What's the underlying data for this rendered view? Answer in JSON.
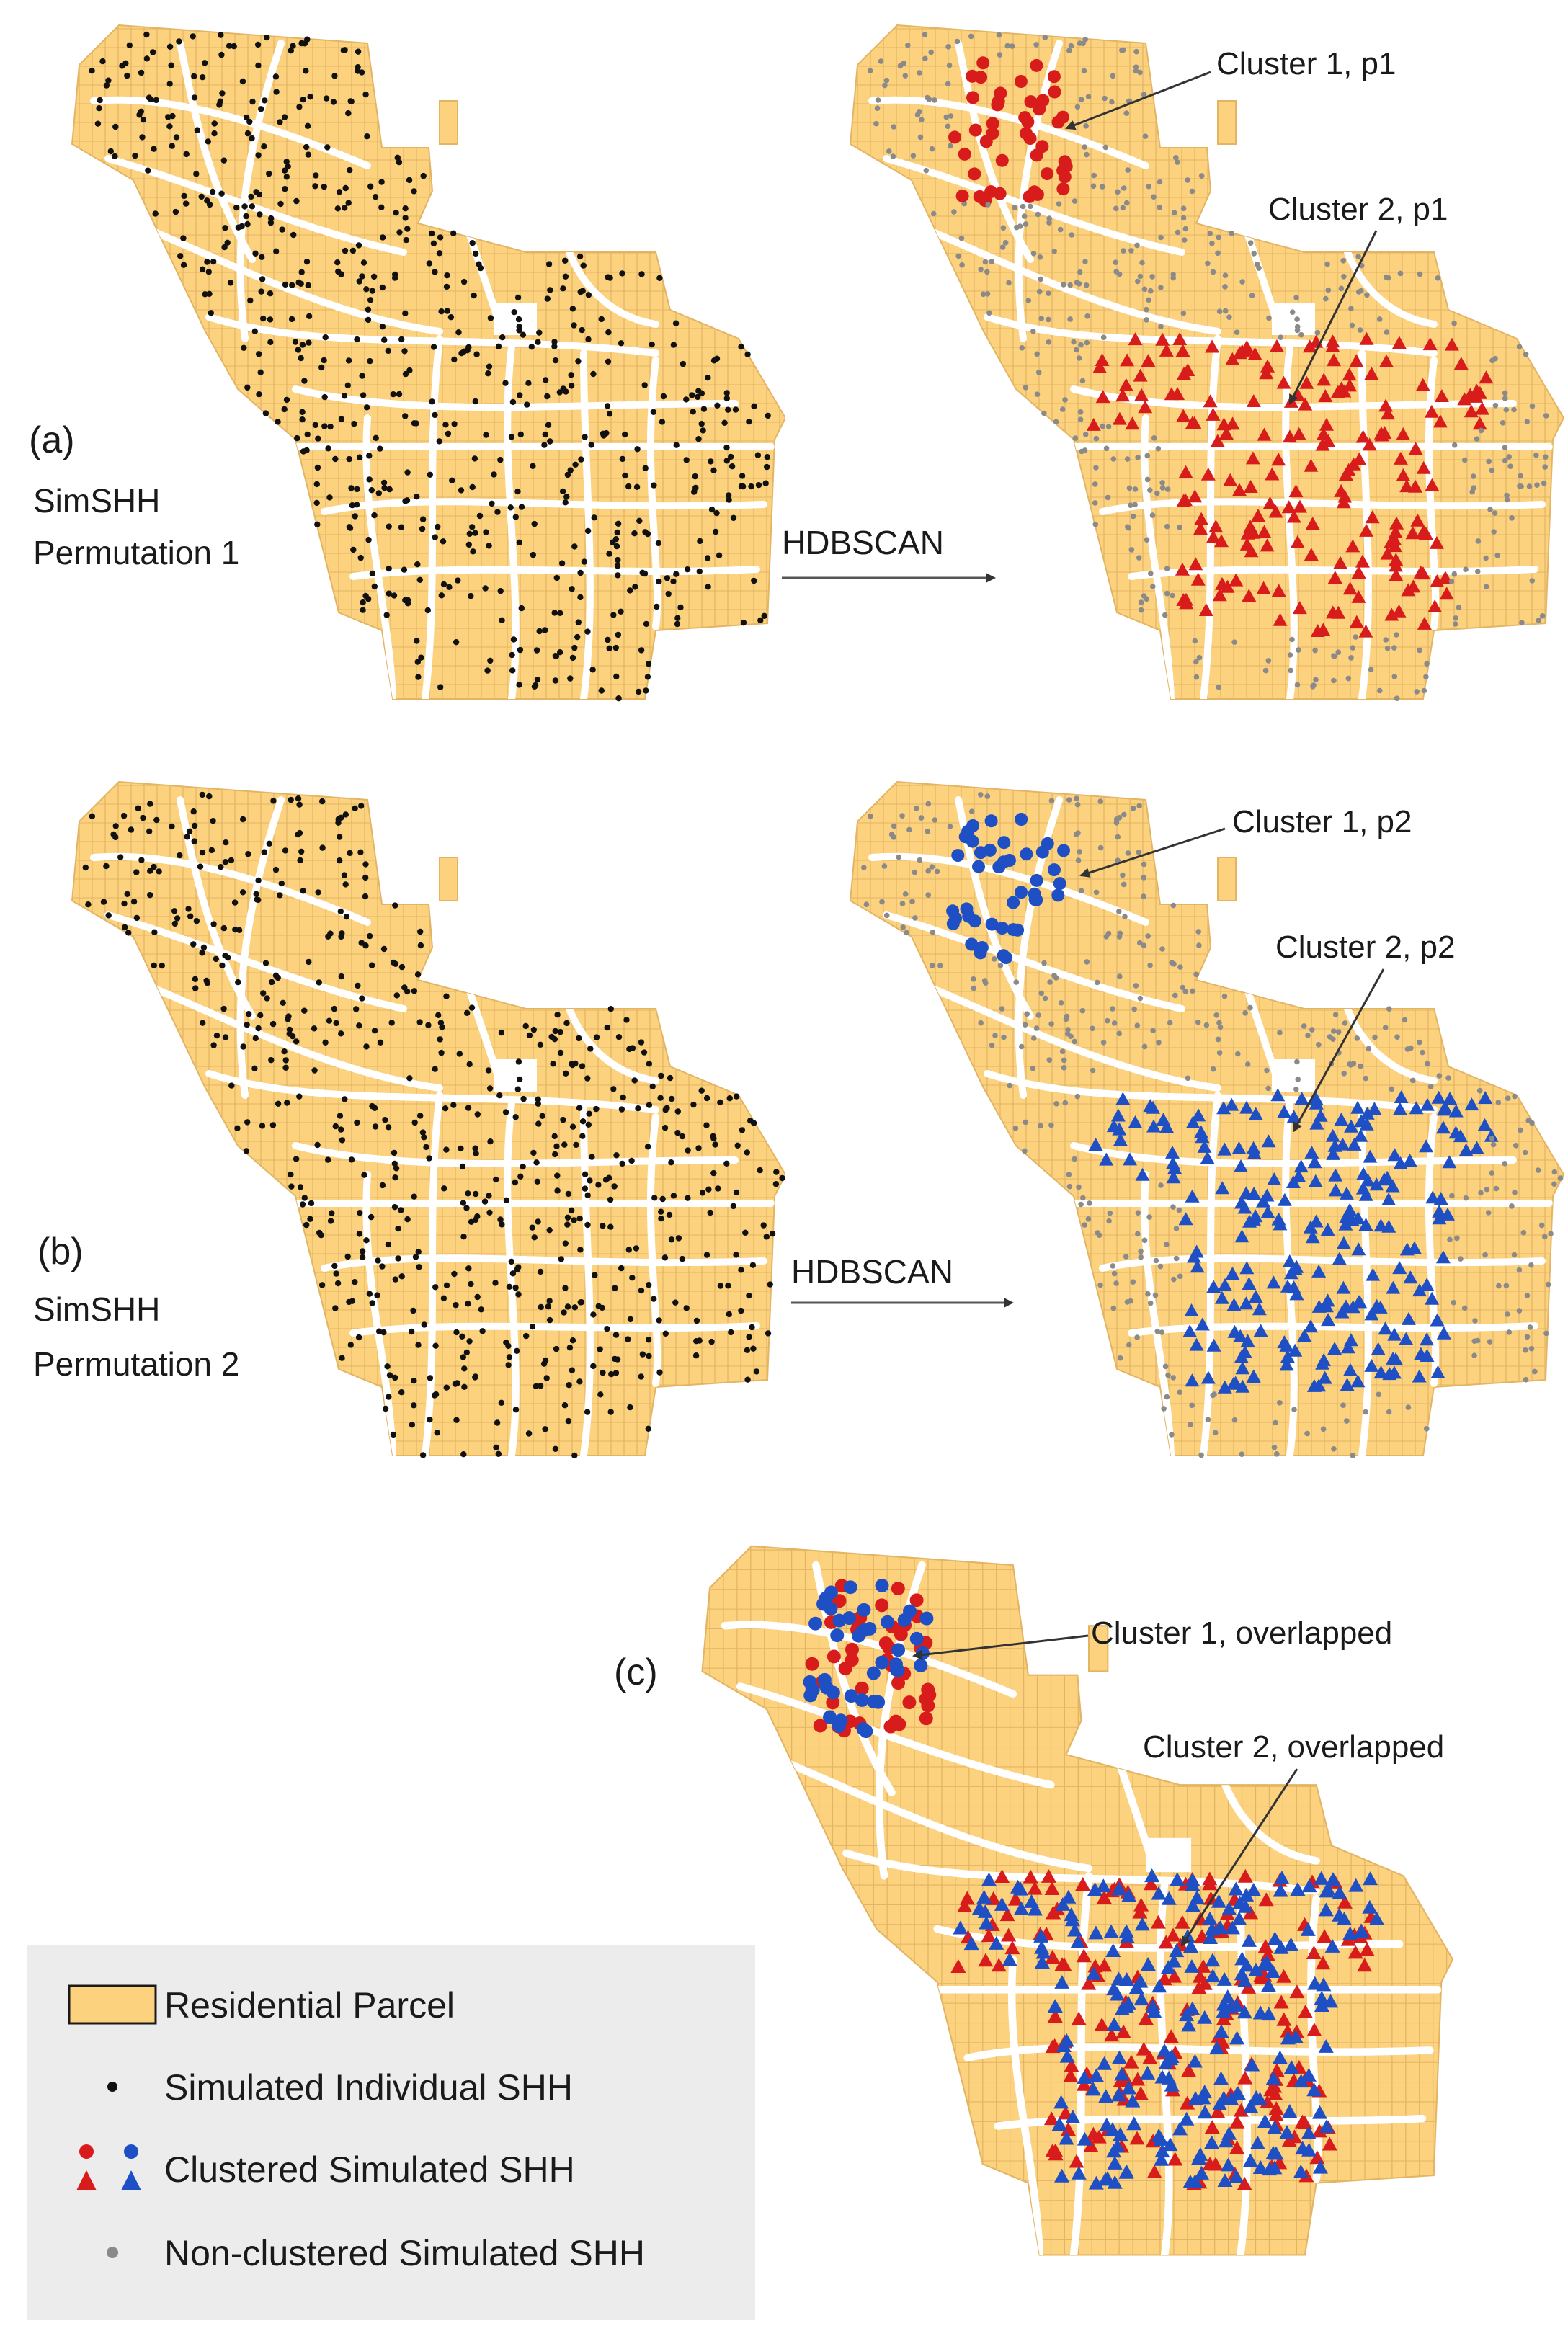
{
  "panels": [
    {
      "id": "a",
      "label": "(a)",
      "title_line1": "SimSHH",
      "title_line2": "Permutation 1",
      "method": "HDBSCAN"
    },
    {
      "id": "b",
      "label": "(b)",
      "title_line1": "SimSHH",
      "title_line2": "Permutation 2",
      "method": "HDBSCAN"
    },
    {
      "id": "c",
      "label": "(c)"
    }
  ],
  "callouts": {
    "a_c1": "Cluster 1, p1",
    "a_c2": "Cluster 2, p1",
    "b_c1": "Cluster 1, p2",
    "b_c2": "Cluster 2, p2",
    "c_c1": "Cluster 1, overlapped",
    "c_c2": "Cluster 2, overlapped"
  },
  "legend": {
    "parcel": "Residential Parcel",
    "individual": "Simulated Individual SHH",
    "clustered": "Clustered Simulated SHH",
    "nonclustered": "Non-clustered Simulated SHH"
  },
  "colors": {
    "parcel": "#fcd27f",
    "parcel_line": "#e3b463",
    "street": "#ffffff",
    "individual": "#111111",
    "cluster_p1": "#d81c1c",
    "cluster_p2": "#1e4fc4",
    "nonclustered": "#8a8a8a"
  }
}
